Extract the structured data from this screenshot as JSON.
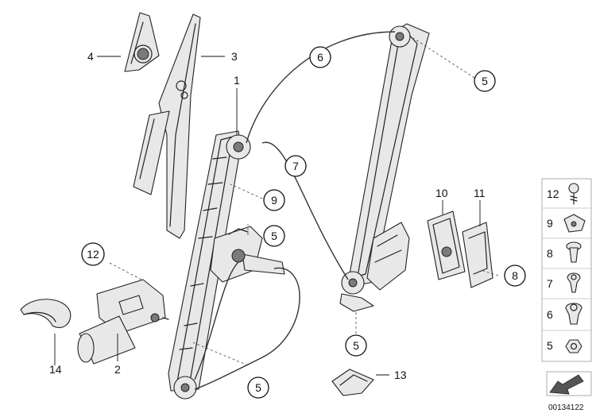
{
  "labels": {
    "l1": "1",
    "l2": "2",
    "l3": "3",
    "l4": "4",
    "l5a": "5",
    "l5b": "5",
    "l5c": "5",
    "l5d": "5",
    "l6": "6",
    "l7": "7",
    "l8": "8",
    "l9": "9",
    "l10": "10",
    "l11": "11",
    "l12": "12",
    "l13": "13",
    "l14": "14"
  },
  "legend": [
    "12",
    "9",
    "8",
    "7",
    "6",
    "5"
  ],
  "doc_id": "00134122"
}
